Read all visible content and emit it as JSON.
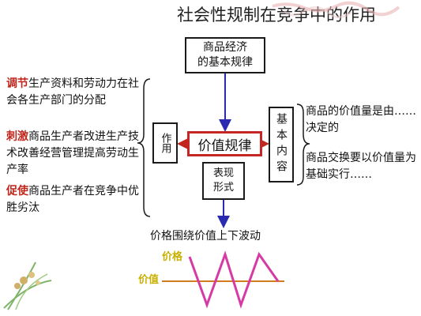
{
  "title": "社会性规制在竞争中的作用",
  "top_box": {
    "line1": "商品经济",
    "line2": "的基本规律"
  },
  "center_box": {
    "label": "价值规律"
  },
  "left_label": {
    "label": "作用"
  },
  "right_label": {
    "label": "基本内容"
  },
  "below_box": {
    "line1": "表现",
    "line2": "形式"
  },
  "left_items": [
    {
      "keyword": "调节",
      "text": "生产资料和劳动力在社会各生产部门的分配"
    },
    {
      "keyword": "刺激",
      "text": "商品生产者改进生产技术改善经营管理提高劳动生产率"
    },
    {
      "keyword": "促使",
      "text": "商品生产者在竞争中优胜劣汰"
    }
  ],
  "right_items": [
    {
      "text": "商品的价值量是由……决定的"
    },
    {
      "text": "商品交换要以价值量为基础实行……"
    }
  ],
  "bottom_text": "价格围绕价值上下波动",
  "wave_labels": {
    "price": "价格",
    "value": "价值"
  },
  "colors": {
    "accent": "#c0261c",
    "arrow": "#2a2ab0",
    "wave": "#d63aa4",
    "value_line": "#d27b1f"
  }
}
